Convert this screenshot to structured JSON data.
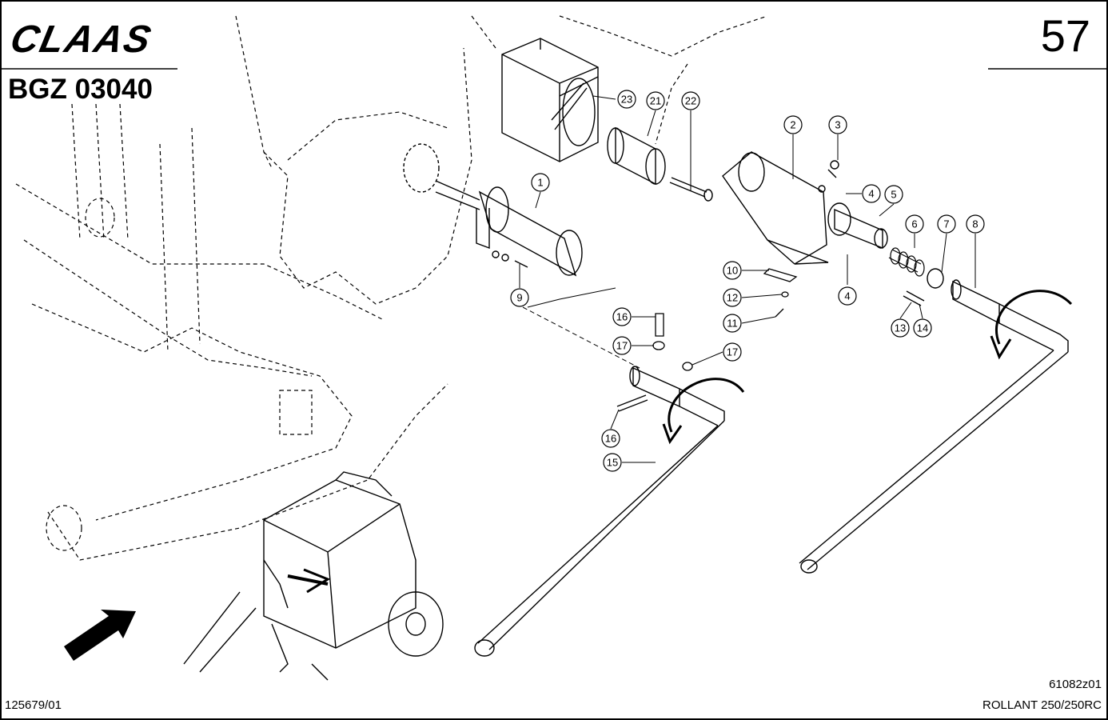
{
  "header": {
    "brand": "CLAAS",
    "code": "BGZ 03040",
    "page_number": "57"
  },
  "footer": {
    "left_ref": "125679/01",
    "drawing_ref": "61082z01",
    "model": "ROLLANT 250/250RC"
  },
  "callouts": [
    "1",
    "2",
    "3",
    "4",
    "4",
    "5",
    "6",
    "7",
    "8",
    "9",
    "10",
    "11",
    "12",
    "13",
    "14",
    "15",
    "16",
    "16",
    "17",
    "17",
    "21",
    "22",
    "23"
  ]
}
